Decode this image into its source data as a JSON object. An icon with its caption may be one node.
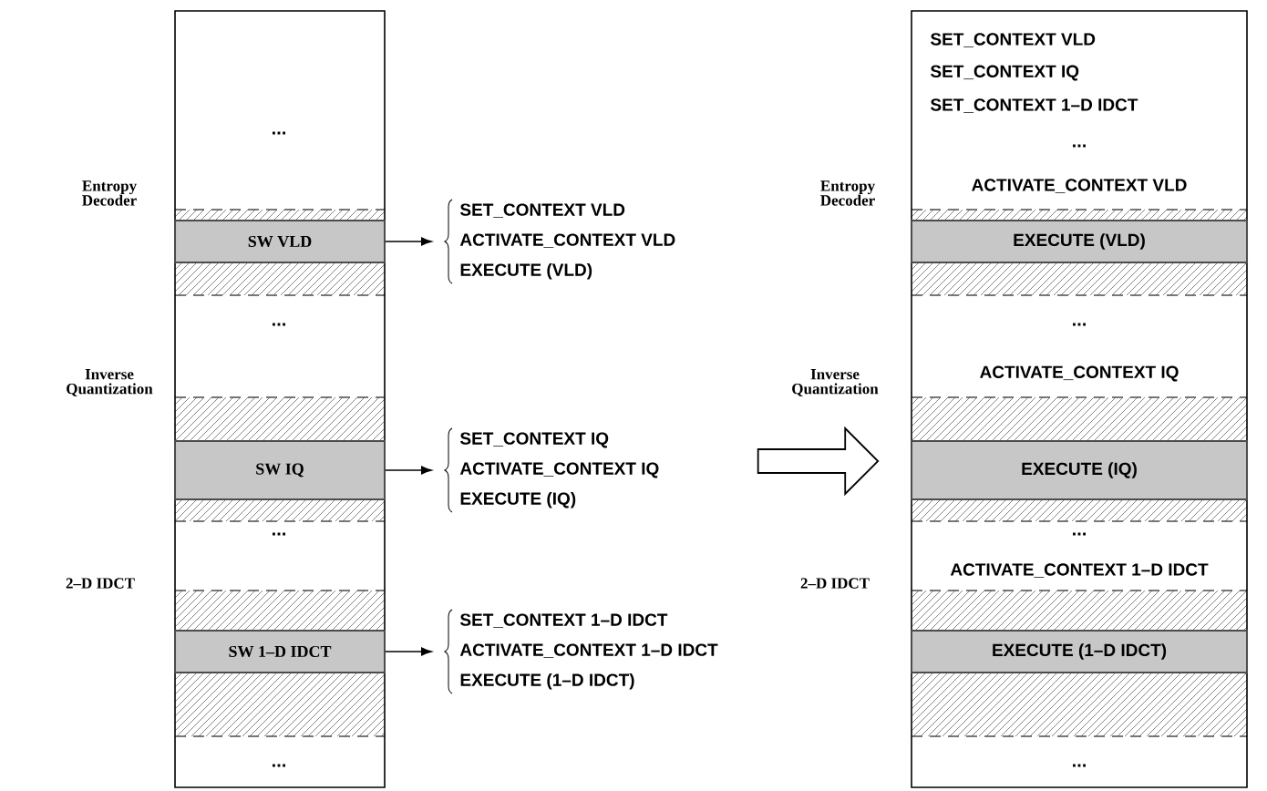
{
  "diagram": {
    "nodes": [
      {
        "text": [],
        "shape": "box"
      },
      {
        "text": [
          "SW VLD"
        ],
        "in": 0
      },
      {
        "text": [
          "SW IQ"
        ],
        "in": 0
      },
      {
        "text": [
          "SW 1–D IDCT"
        ],
        "in": 0
      },
      {
        "text": [
          "SET_CONTEXT VLD",
          "ACTIVATE_CONTEXT VLD",
          "EXECUTE (VLD)"
        ]
      },
      {
        "text": [
          "SET_CONTEXT IQ",
          "ACTIVATE_CONTEXT IQ",
          "EXECUTE (IQ)"
        ]
      },
      {
        "text": [
          "SET_CONTEXT 1–D IDCT",
          "ACTIVATE_CONTEXT 1–D IDCT",
          "EXECUTE (1–D IDCT)"
        ]
      },
      {
        "text": [],
        "shape": "box"
      },
      {
        "text": [
          "EXECUTE (VLD)"
        ],
        "in": 7
      },
      {
        "text": [
          "EXECUTE (IQ)"
        ],
        "in": 7
      },
      {
        "text": [
          "EXECUTE (1–D IDCT)"
        ],
        "in": 7
      }
    ],
    "edges": [
      {
        "from": 1,
        "to": 4,
        "arrow": "to"
      },
      {
        "from": 2,
        "to": 5,
        "arrow": "to"
      },
      {
        "from": 3,
        "to": 6,
        "arrow": "to"
      },
      {
        "from": 5,
        "to": 7,
        "arrow": "to",
        "style": "thick"
      }
    ],
    "labels": [
      "...",
      "Entropy Decoder",
      "...",
      "Inverse Quantization",
      "...",
      "2–D IDCT",
      "...",
      "SET_CONTEXT VLD",
      "SET_CONTEXT IQ",
      "SET_CONTEXT 1–D IDCT",
      "...",
      "Entropy Decoder",
      "ACTIVATE_CONTEXT VLD",
      "...",
      "Inverse Quantization",
      "ACTIVATE_CONTEXT IQ",
      "...",
      "2–D IDCT",
      "ACTIVATE_CONTEXT 1–D IDCT",
      "..."
    ]
  }
}
